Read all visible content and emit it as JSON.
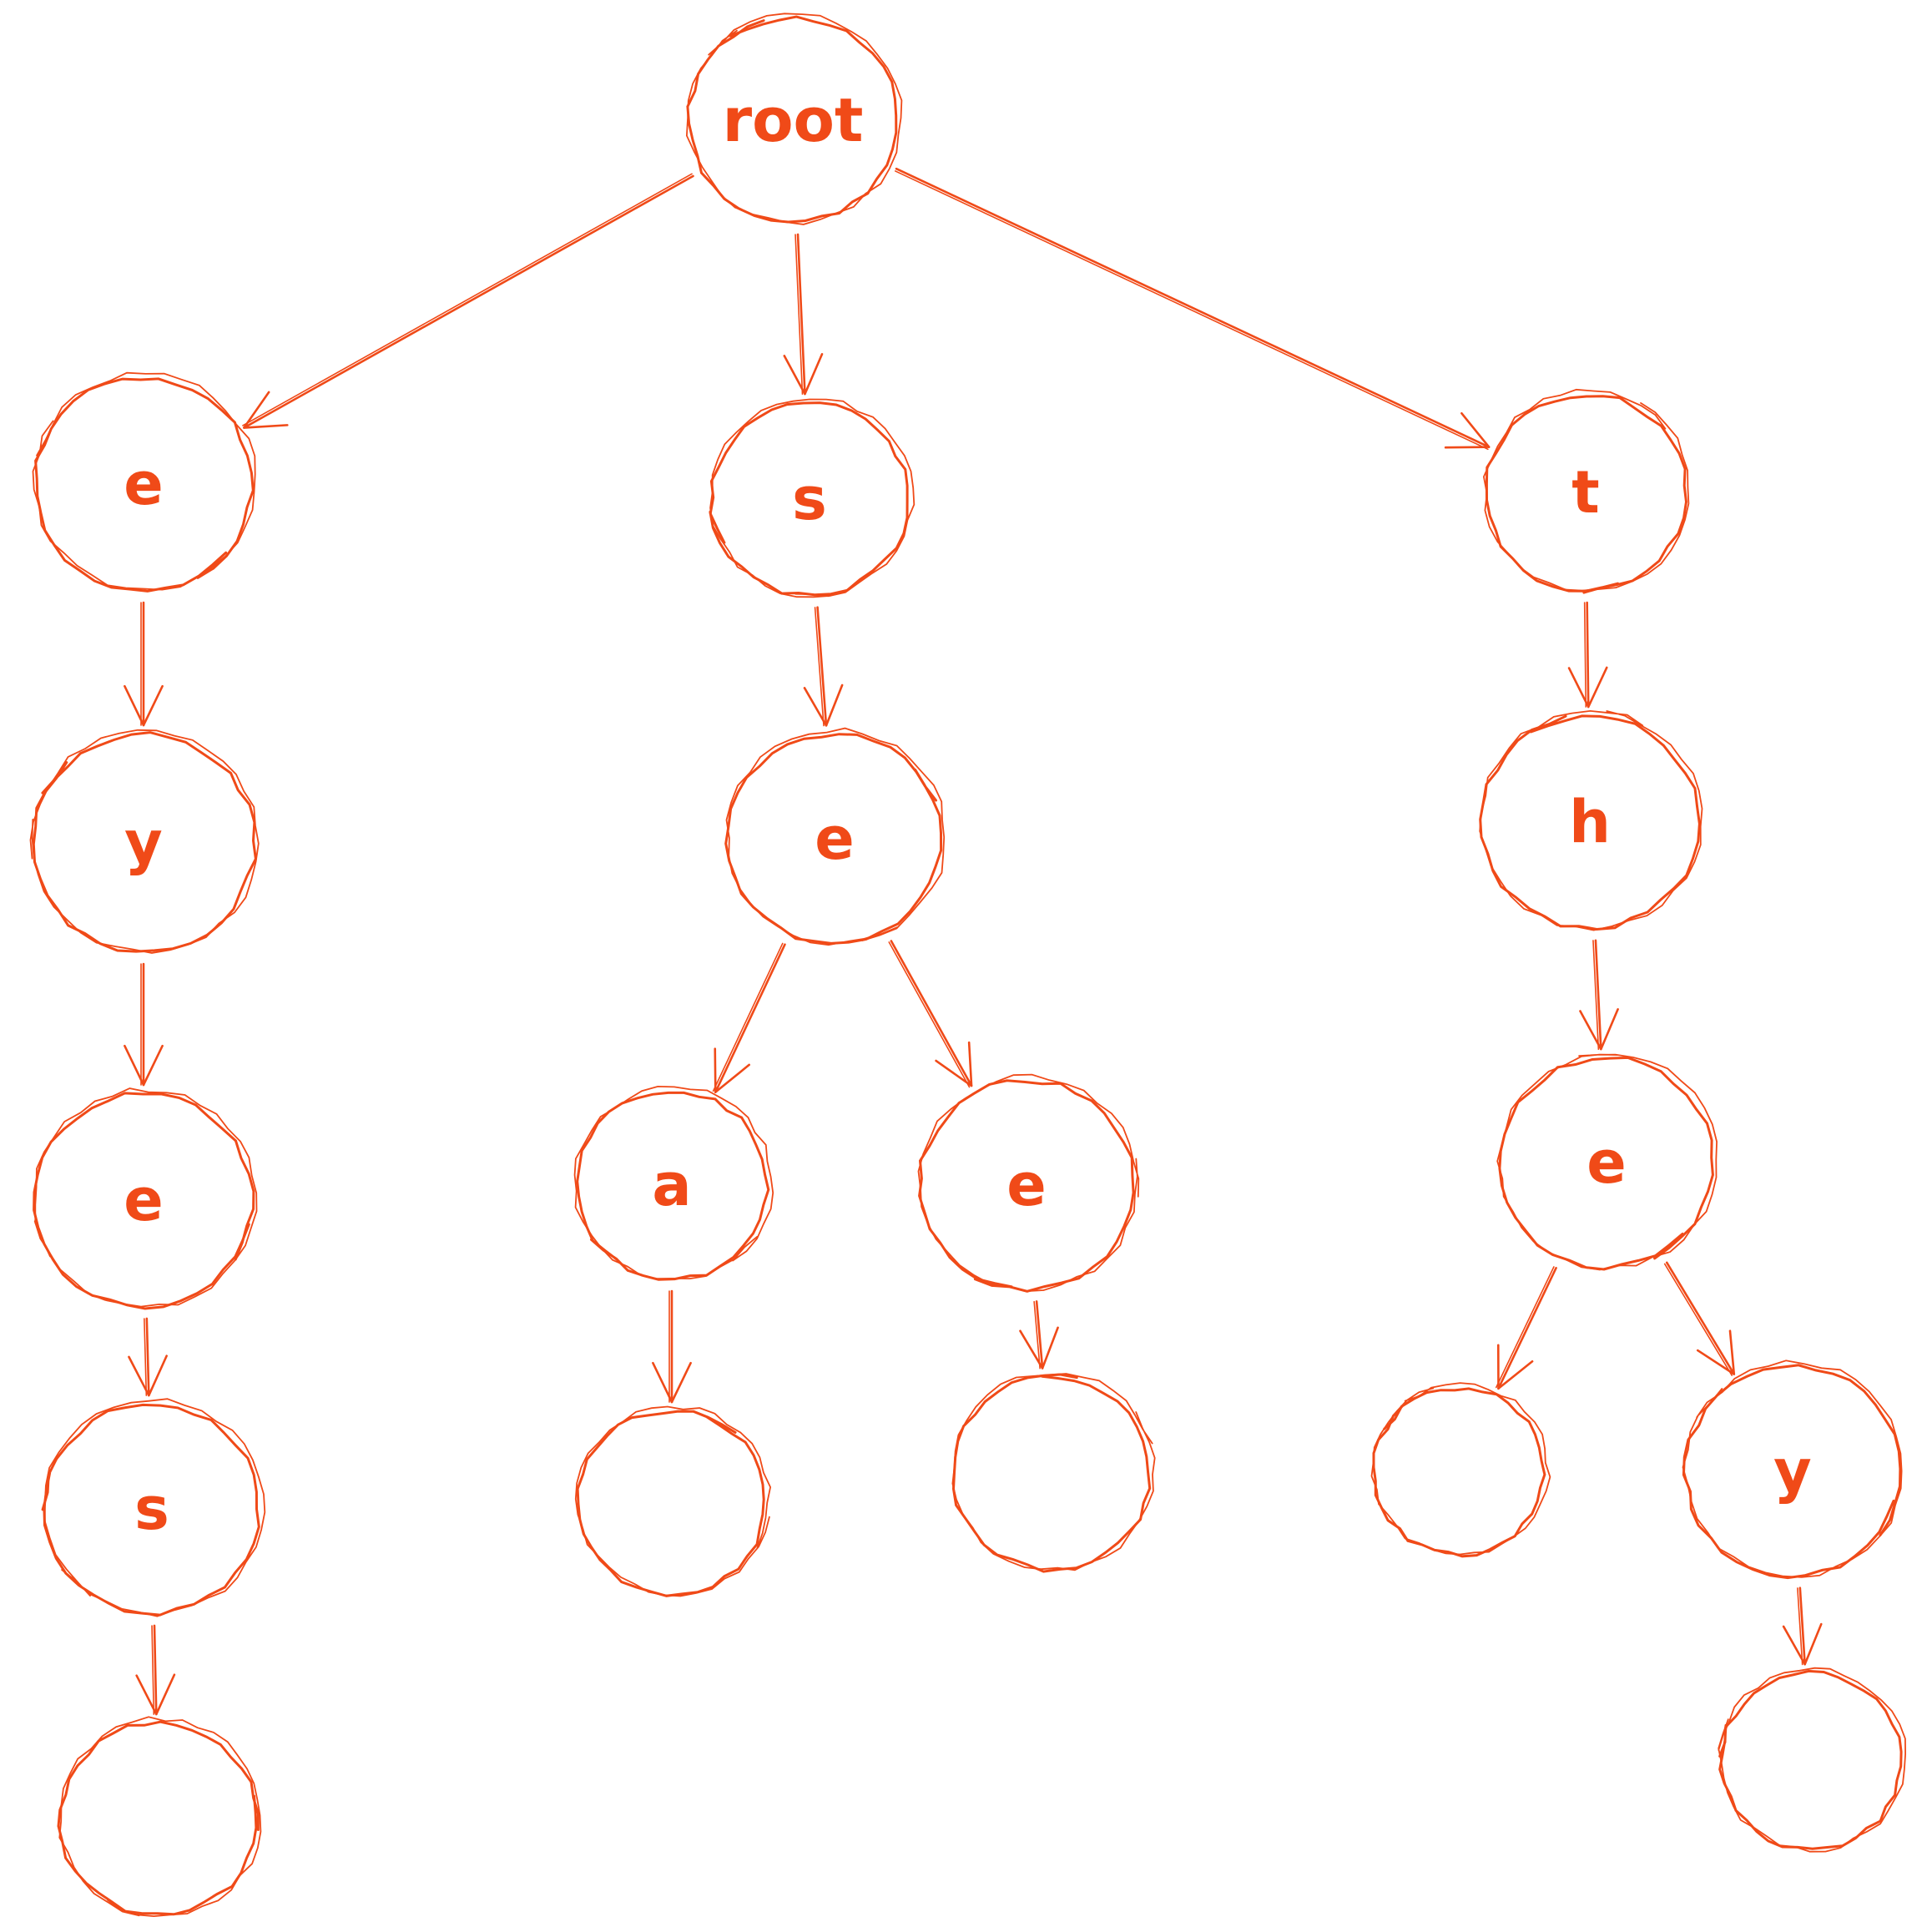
{
  "colors": {
    "stroke": "#f04a18",
    "background": "#ffffff"
  },
  "nodes": [
    {
      "id": "root",
      "label": "root"
    },
    {
      "id": "e1",
      "label": "e"
    },
    {
      "id": "y1",
      "label": "y"
    },
    {
      "id": "e2",
      "label": "e"
    },
    {
      "id": "s1",
      "label": "s"
    },
    {
      "id": "end1",
      "label": ""
    },
    {
      "id": "s2",
      "label": "s"
    },
    {
      "id": "e3",
      "label": "e"
    },
    {
      "id": "a1",
      "label": "a"
    },
    {
      "id": "end2",
      "label": ""
    },
    {
      "id": "e4",
      "label": "e"
    },
    {
      "id": "end3",
      "label": ""
    },
    {
      "id": "t1",
      "label": "t"
    },
    {
      "id": "h1",
      "label": "h"
    },
    {
      "id": "e5",
      "label": "e"
    },
    {
      "id": "end4",
      "label": ""
    },
    {
      "id": "y2",
      "label": "y"
    },
    {
      "id": "end5",
      "label": ""
    }
  ],
  "edges": [
    {
      "from": "root",
      "to": "e1"
    },
    {
      "from": "root",
      "to": "s2"
    },
    {
      "from": "root",
      "to": "t1"
    },
    {
      "from": "e1",
      "to": "y1"
    },
    {
      "from": "y1",
      "to": "e2"
    },
    {
      "from": "e2",
      "to": "s1"
    },
    {
      "from": "s1",
      "to": "end1"
    },
    {
      "from": "s2",
      "to": "e3"
    },
    {
      "from": "e3",
      "to": "a1"
    },
    {
      "from": "e3",
      "to": "e4"
    },
    {
      "from": "a1",
      "to": "end2"
    },
    {
      "from": "e4",
      "to": "end3"
    },
    {
      "from": "t1",
      "to": "h1"
    },
    {
      "from": "h1",
      "to": "e5"
    },
    {
      "from": "e5",
      "to": "end4"
    },
    {
      "from": "e5",
      "to": "y2"
    },
    {
      "from": "y2",
      "to": "end5"
    }
  ]
}
